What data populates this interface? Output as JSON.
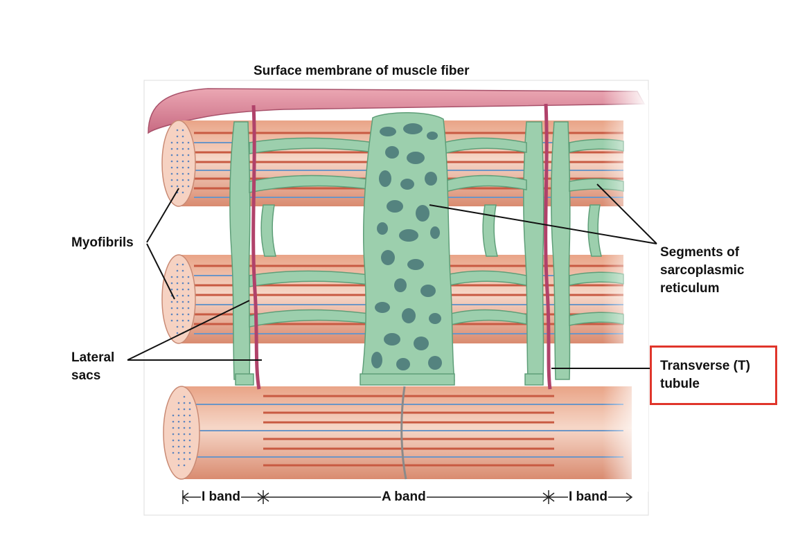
{
  "title": "Surface membrane of muscle fiber",
  "labels": {
    "myofibrils": "Myofibrils",
    "lateral_line1": "Lateral",
    "lateral_line2": "sacs",
    "sr_line1": "Segments of",
    "sr_line2": "sarcoplasmic",
    "sr_line3": "reticulum",
    "tt_line1": "Transverse (T)",
    "tt_line2": "tubule"
  },
  "bands": {
    "left": "I band",
    "middle": "A band",
    "right": "I band"
  },
  "colors": {
    "membrane": "#d77f93",
    "fiber": "#e59f84",
    "filament": "#c85a42",
    "thin_filament": "#6b95c6",
    "reticulum": "#93caa5",
    "reticulum_dark": "#5e9e78",
    "t_tubule": "#b0426a",
    "highlight": "#e0352b"
  }
}
